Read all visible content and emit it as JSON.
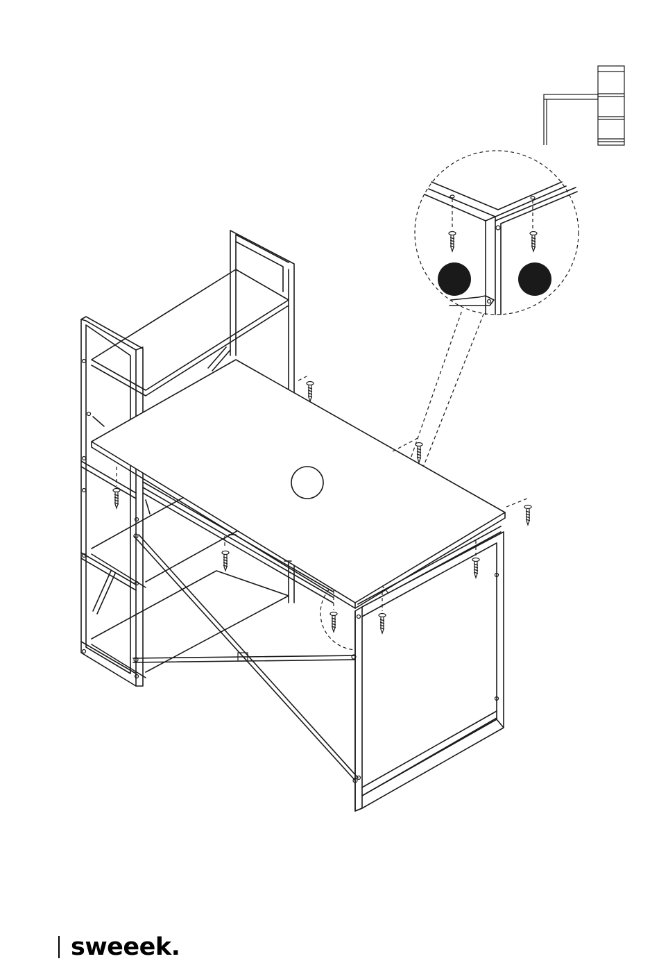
{
  "brand": {
    "name": "sweeek."
  },
  "figure": {
    "detail_callout_markers": 2,
    "screw_count": 10
  },
  "colors": {
    "ink": "#1a1a1a",
    "background": "#ffffff",
    "marker_fill": "#1a1a1a"
  },
  "icons": [
    "screw-icon",
    "position-marker-icon",
    "desk-side-view-icon"
  ]
}
